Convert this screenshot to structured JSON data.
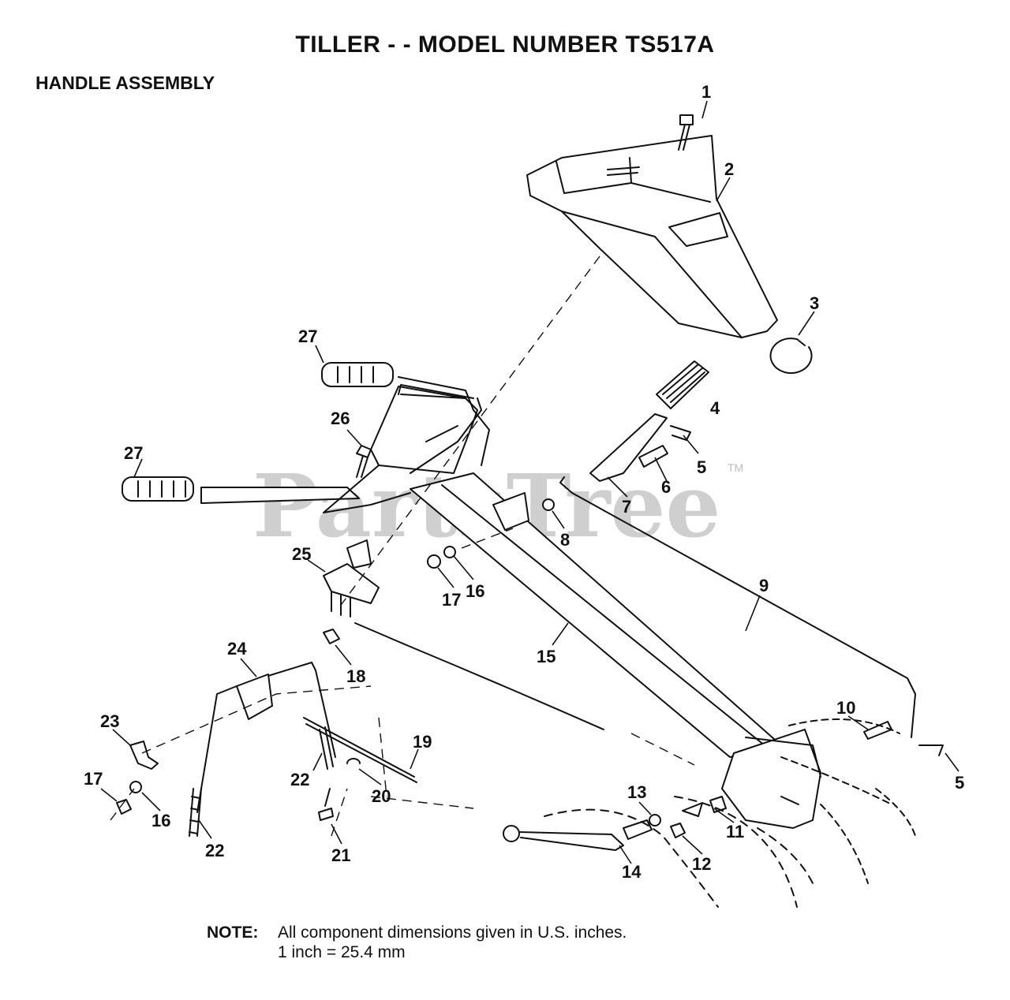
{
  "header": {
    "title": "TILLER - - MODEL NUMBER TS517A",
    "section": "HANDLE ASSEMBLY"
  },
  "watermark": {
    "text": "PartsTree",
    "mark": "TM"
  },
  "callouts": [
    {
      "id": "c1",
      "label": "1"
    },
    {
      "id": "c2",
      "label": "2"
    },
    {
      "id": "c3",
      "label": "3"
    },
    {
      "id": "c4",
      "label": "4"
    },
    {
      "id": "c5a",
      "label": "5"
    },
    {
      "id": "c5b",
      "label": "5"
    },
    {
      "id": "c6",
      "label": "6"
    },
    {
      "id": "c7",
      "label": "7"
    },
    {
      "id": "c8",
      "label": "8"
    },
    {
      "id": "c9",
      "label": "9"
    },
    {
      "id": "c10",
      "label": "10"
    },
    {
      "id": "c11",
      "label": "11"
    },
    {
      "id": "c12",
      "label": "12"
    },
    {
      "id": "c13",
      "label": "13"
    },
    {
      "id": "c14",
      "label": "14"
    },
    {
      "id": "c15",
      "label": "15"
    },
    {
      "id": "c16a",
      "label": "16"
    },
    {
      "id": "c16b",
      "label": "16"
    },
    {
      "id": "c17a",
      "label": "17"
    },
    {
      "id": "c17b",
      "label": "17"
    },
    {
      "id": "c18",
      "label": "18"
    },
    {
      "id": "c19",
      "label": "19"
    },
    {
      "id": "c20",
      "label": "20"
    },
    {
      "id": "c21",
      "label": "21"
    },
    {
      "id": "c22a",
      "label": "22"
    },
    {
      "id": "c22b",
      "label": "22"
    },
    {
      "id": "c23",
      "label": "23"
    },
    {
      "id": "c24",
      "label": "24"
    },
    {
      "id": "c25",
      "label": "25"
    },
    {
      "id": "c26",
      "label": "26"
    },
    {
      "id": "c27a",
      "label": "27"
    },
    {
      "id": "c27b",
      "label": "27"
    }
  ],
  "note": {
    "label": "NOTE:",
    "line1": "All component dimensions given in U.S. inches.",
    "line2": "1 inch = 25.4 mm"
  }
}
